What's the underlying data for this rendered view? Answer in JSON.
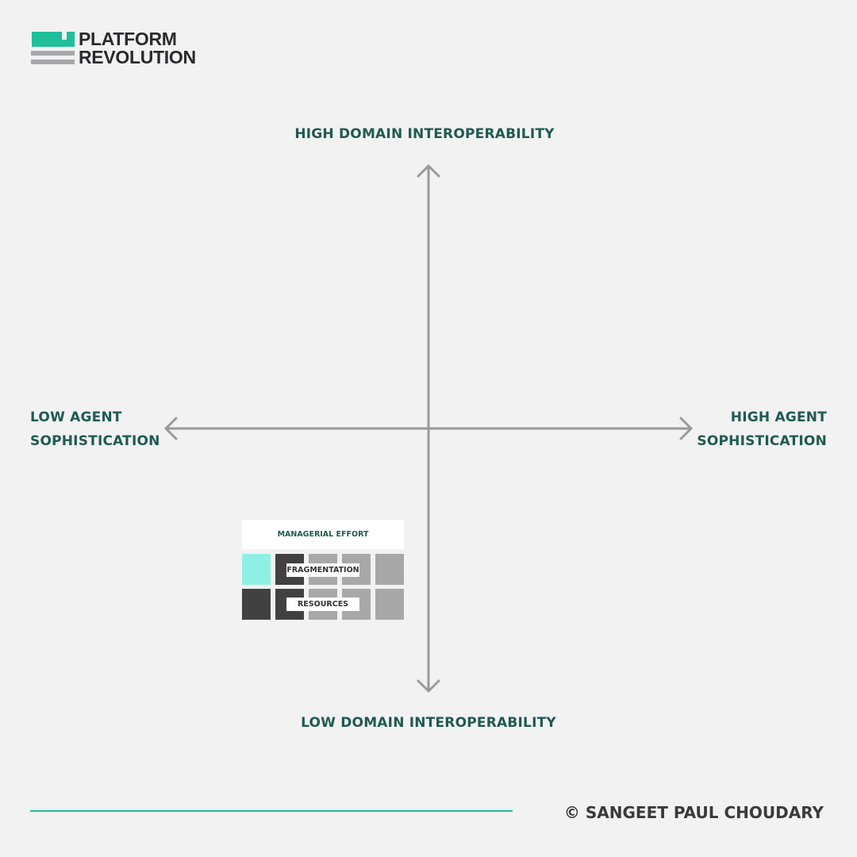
{
  "logo": {
    "line1": "PLATFORM",
    "line2": "REVOLUTION"
  },
  "axes": {
    "top": "HIGH DOMAIN INTEROPERABILITY",
    "bottom": "LOW DOMAIN INTEROPERABILITY",
    "left_line1": "LOW AGENT",
    "left_line2": "SOPHISTICATION",
    "right_line1": "HIGH AGENT",
    "right_line2": "SOPHISTICATION"
  },
  "card": {
    "title": "MANAGERIAL EFFORT",
    "row1_label": "FRAGMENTATION",
    "row2_label": "RESOURCES"
  },
  "footer": {
    "copyright": "© SANGEET PAUL CHOUDARY"
  },
  "colors": {
    "accent": "#1fbf9a",
    "text": "#1f5a52",
    "highlight": "#8ef0e4",
    "dark": "#414141",
    "grey": "#a8a8a8"
  }
}
